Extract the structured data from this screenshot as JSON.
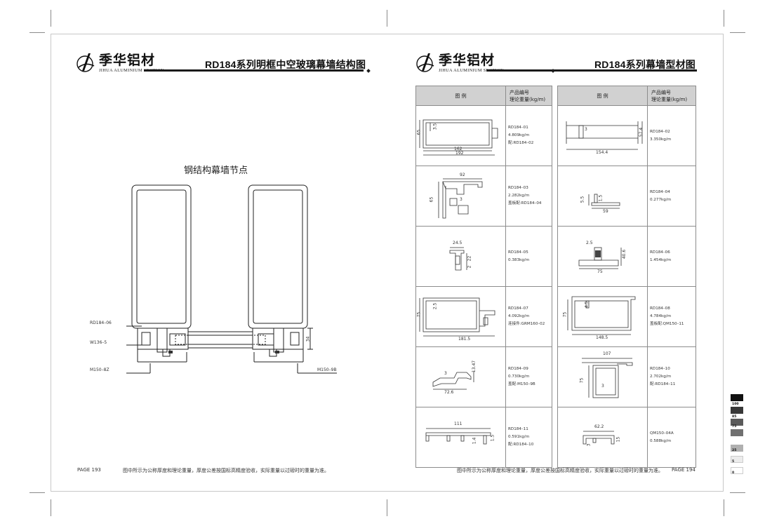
{
  "brand": {
    "name_cn": "季华铝材",
    "name_en": "JIHUA ALUMINIUM SECTION"
  },
  "left_page": {
    "title": "RD184系列明框中空玻璃幕墙结构图",
    "drawing_title": "钢结构幕墙节点",
    "labels": {
      "rd184_06": "RD184–06",
      "w136_5": "W136–5",
      "m150_8z": "M150–8Z",
      "m150_9b": "M150–9B",
      "dim_34": "34"
    },
    "footnote": "图中所示为公称厚度和理论重量，厚度公差按国标高精度验收，实际重量以过磅时的重量为准。",
    "page_number": "PAGE 193"
  },
  "right_page": {
    "title": "RD184系列幕墙型材图",
    "table_header": {
      "figure": "图  例",
      "code_line1": "产品编号",
      "code_line2": "理论重量(kg/m)"
    },
    "rows": [
      {
        "left": {
          "code": "RD184–01",
          "weight": "4.809kg/m",
          "note": "配:RD184–02",
          "dims": [
            "65",
            "3.5",
            "162",
            "192"
          ]
        },
        "right": {
          "code": "RD184–02",
          "weight": "3.350kg/m",
          "note": "",
          "dims": [
            "3",
            "57.4",
            "154.4"
          ]
        }
      },
      {
        "left": {
          "code": "RD184–03",
          "weight": "2.282kg/m",
          "note": "盖板配:RD184–04",
          "dims": [
            "92",
            "65",
            "3"
          ]
        },
        "right": {
          "code": "RD184–04",
          "weight": "0.277kg/m",
          "note": "",
          "dims": [
            "5.5",
            "1.5",
            "59"
          ]
        }
      },
      {
        "left": {
          "code": "RD184–05",
          "weight": "0.383kg/m",
          "note": "",
          "dims": [
            "24.5",
            "22",
            "2"
          ]
        },
        "right": {
          "code": "RD184–06",
          "weight": "1.454kg/m",
          "note": "",
          "dims": [
            "2.5",
            "40.6",
            "75"
          ]
        }
      },
      {
        "left": {
          "code": "RD184–07",
          "weight": "4.092kg/m",
          "note": "连接件:GRM160–02",
          "dims": [
            "75",
            "2.5",
            "181.5"
          ]
        },
        "right": {
          "code": "RD184–08",
          "weight": "4.784kg/m",
          "note": "盖板配:QM150–11",
          "dims": [
            "75",
            "4.5",
            "148.5"
          ]
        }
      },
      {
        "left": {
          "code": "RD184–09",
          "weight": "0.730kg/m",
          "note": "盖配:M150–9B",
          "dims": [
            "3",
            "13.47",
            "72.6"
          ]
        },
        "right": {
          "code": "RD184–10",
          "weight": "2.702kg/m",
          "note": "配:RD184–11",
          "dims": [
            "107",
            "75",
            "3"
          ]
        }
      },
      {
        "left": {
          "code": "RD184–11",
          "weight": "0.591kg/m",
          "note": "配:RD184–10",
          "dims": [
            "111",
            "1.4",
            "1.5"
          ]
        },
        "right": {
          "code": "QM150–04A",
          "weight": "0.588kg/m",
          "note": "",
          "dims": [
            "62.2",
            "3",
            "15"
          ]
        }
      }
    ],
    "footnote": "图中所示为公称厚度和理论重量，厚度公差按国标高精度验收，实际重量以过磅时的重量为准。",
    "page_number": "PAGE 194"
  },
  "color_bar": [
    {
      "label": "100",
      "color": "#111111"
    },
    {
      "label": "85",
      "color": "#383838"
    },
    {
      "label": "75",
      "color": "#5a5a5a"
    },
    {
      "label": "",
      "color": "#707070"
    },
    {
      "label": "25",
      "color": "#b0b0b0"
    },
    {
      "label": "5",
      "color": "#ececec"
    },
    {
      "label": "0",
      "color": "#ffffff"
    }
  ]
}
